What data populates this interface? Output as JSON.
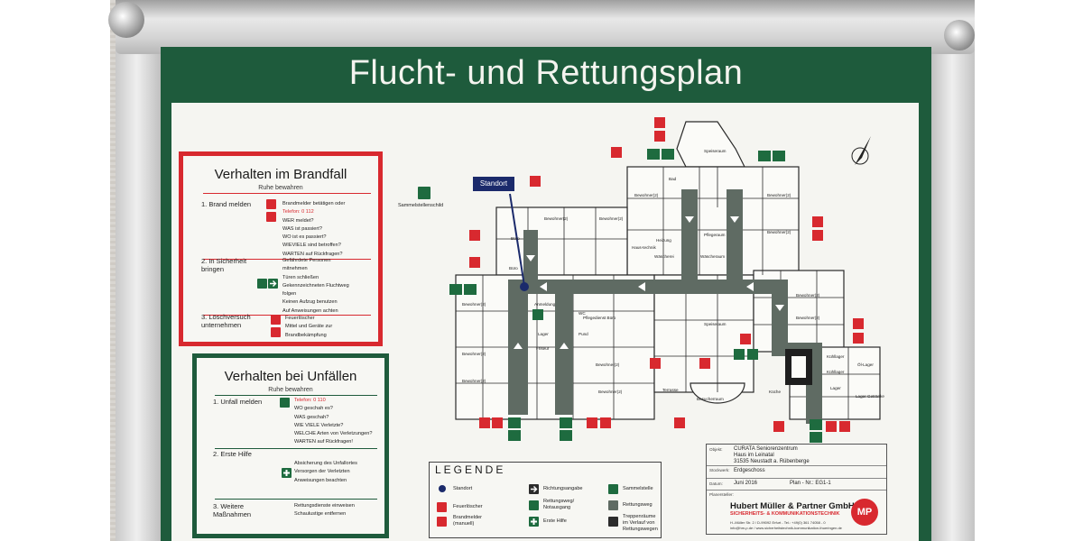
{
  "title": "Flucht- und Rettungsplan",
  "brandfall": {
    "heading": "Verhalten im Brandfall",
    "subtitle": "Ruhe bewahren",
    "steps": [
      {
        "label": [
          "1. Brand melden"
        ],
        "lines": [
          "Brandmelder betätigen oder",
          "Telefon: 0 112",
          "WER meldet?",
          "WAS ist passiert?",
          "WO ist es passiert?",
          "WIEVIELE sind betroffen?",
          "WARTEN auf Rückfragen?"
        ]
      },
      {
        "label": [
          "2. In Sicherheit",
          "bringen"
        ],
        "lines": [
          "Gefährdete Personen",
          "mitnehmen",
          "Türen schließen",
          "Gekennzeichneten Fluchtweg",
          "folgen",
          "Keinen Aufzug benutzen",
          "Auf Anweisungen achten"
        ]
      },
      {
        "label": [
          "3. Löschversuch",
          "unternehmen"
        ],
        "lines": [
          "Feuerlöscher",
          "Mittel und Geräte zur",
          "Brandbekämpfung"
        ]
      }
    ]
  },
  "unfaelle": {
    "heading": "Verhalten bei Unfällen",
    "subtitle": "Ruhe bewahren",
    "steps": [
      {
        "label": [
          "1. Unfall melden"
        ],
        "lines": [
          "Telefon: 0 110",
          "WO geschah es?",
          "WAS geschah?",
          "WIE VIELE Verletzte?",
          "WELCHE Arten von Verletzungen?",
          "WARTEN auf Rückfragen!"
        ]
      },
      {
        "label": [
          "2. Erste Hilfe"
        ],
        "lines": [
          "Absicherung des Unfallortes",
          "Versorgen der Verletzten",
          "Anweisungen beachten"
        ]
      },
      {
        "label": [
          "3. Weitere",
          "Maßnahmen"
        ],
        "lines": [
          "Rettungsdienste einweisen",
          "Schaulustige entfernen"
        ]
      }
    ]
  },
  "legend": {
    "heading": "LEGENDE",
    "items": [
      "Standort",
      "Feuerlöscher",
      "Brandmelder (manuell)",
      "Richtungsangabe",
      "Rettungsweg/ Notausgang",
      "Erste Hilfe",
      "Sammelstelle",
      "Rettungsweg",
      "Treppenräume im Verlauf von Rettungswegen"
    ]
  },
  "info": {
    "object_key": "Objekt:",
    "object_lines": [
      "CURATA Seniorenzentrum",
      "Haus im Leinatal",
      "31535 Neustadt a. Rübenberge"
    ],
    "floor_key": "Stockwerk:",
    "floor": "Erdgeschoss",
    "date_key": "Datum:",
    "date": "Juni 2016",
    "plan_no": "Plan - Nr.: EG1-1",
    "author_key": "Planersteller:",
    "company": "Hubert Müller & Partner GmbH",
    "company_sub": "SICHERHEITS- & KOMMUNIKATIONSTECHNIK",
    "company_addr": "H.-Müller Str. 2 / D-99092 Erfurt - Tel.: +49(0) 361 74058 - 0",
    "company_web": "info@hm-p.de / www.sicherheitstechnik-kommunikation-thueringen.de",
    "logo": "MP"
  },
  "map": {
    "standort_label": "Standort",
    "collecting_point_label": "Sammelstellenschild",
    "rooms": [
      "Speiseraum",
      "Bewohner(2)",
      "Bad",
      "Bewohner(2)",
      "Bewohner(2)",
      "Büro",
      "Büro",
      "Haus-technik",
      "Heizung",
      "Wäscherei",
      "Pflegeraum",
      "Wäscheraum",
      "Bewohner(2)",
      "Bewohner(2)",
      "Bewohner(2)",
      "Bewohner(2)",
      "Bewohner(2)",
      "Anmeldung",
      "Lager",
      "Friseur",
      "Pflegedienst Büro",
      "WC",
      "Pund",
      "Bewohner(2)",
      "Bewohner(2)",
      "Speiseraum",
      "Terrasse",
      "Besucherraum",
      "Küche",
      "Kühllager",
      "Kühllager",
      "Öl-Lager",
      "Lager",
      "Lager Getränke",
      "Bewohner(2)",
      "Bewohner(2)"
    ],
    "colors": {
      "route": "#5f6b63",
      "walls": "#2a2a2a",
      "red": "#d8292f",
      "green": "#1e6b3f",
      "navy": "#1b2a6b"
    }
  }
}
